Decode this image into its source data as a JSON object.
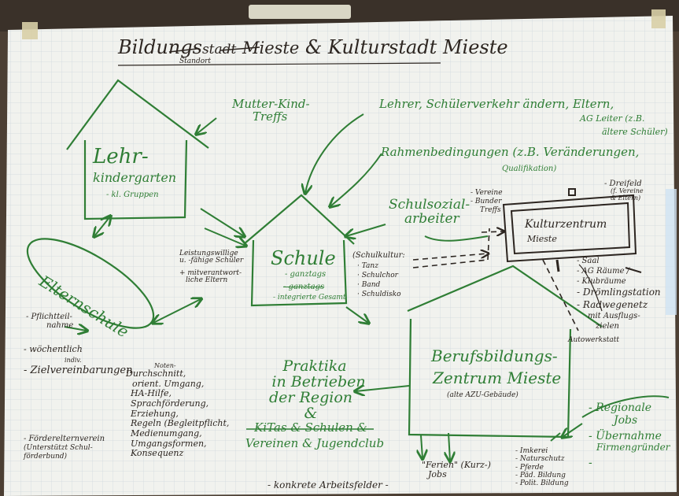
{
  "colors": {
    "ink_green": "#2f7e35",
    "ink_black": "#2c2520",
    "paper": "#f1f2ee",
    "grid": "#c9d3da"
  },
  "title": {
    "prefix": "Bildungs",
    "struck_1": "stadt",
    "struck_2": "Mieste",
    "suffix": "& Kulturstadt Mieste",
    "insert": "Standort"
  },
  "house_lehr": {
    "line1": "Lehr-",
    "line2": "kindergarten",
    "line3": "- kl. Gruppen"
  },
  "mutter_kind": [
    "Mutter-Kind-",
    "Treffs"
  ],
  "lehrer_line": [
    "Lehrer, Schülerverkehr ändern, Eltern,",
    "AG Leiter (z.B.",
    "ältere Schüler)"
  ],
  "rahmen": [
    "Rahmenbedingungen (z.B. Veränderungen,",
    "Qualifikation)"
  ],
  "schulsozial": [
    "Schulsozial-",
    "arbeiter"
  ],
  "leistung": [
    "Leistungswillige",
    "u. -fähige Schüler",
    "+ mitverantwort-",
    "liche Eltern"
  ],
  "schule": {
    "title": "Schule",
    "items": [
      "- ganztags",
      "- ganztags",
      "- integrierte Gesamt"
    ]
  },
  "schulkultur": [
    "(Schulkultur:",
    "· Tanz",
    "· Schulchor",
    "· Band",
    "· Schuldisko"
  ],
  "verein_left": [
    "- Vereine",
    "- Bunder",
    "Treffs"
  ],
  "kultur": {
    "line1": "Kulturzentrum",
    "line2": "Mieste"
  },
  "dreifelt": [
    "- Dreifeld",
    "(f. Vereine",
    "& Eltern)"
  ],
  "kultur_list": [
    "- Saal",
    "- AG Räume /",
    "- Klubräume",
    "- Drömlingstation",
    "- Radwegenetz",
    "mit Ausflugs-",
    "zielen"
  ],
  "autowerkstatt": "Autowerkstatt",
  "eltern": "Elternschule",
  "pflicht": [
    "- Pflichtteil-",
    "nahme"
  ],
  "woech": [
    "- wöchentlich"
  ],
  "ziel": [
    "- Zielvereinbarungen"
  ],
  "ziel_note": [
    "Noten-",
    "Durchschnitt,",
    "orient. Umgang,",
    "HA-Hilfe,",
    "Sprachförderung,",
    "Erziehung,",
    "Regeln (Begleitpflicht,",
    "Medienumgang,",
    "Umgangsformen,",
    "Konsequenz"
  ],
  "foerder": [
    "- Förderelternverein",
    "(Unterstützt Schul-",
    "förderbund)"
  ],
  "indiv": "indiv.",
  "beruf": {
    "line1": "Berufsbildungs-",
    "line2": "Zentrum Mieste",
    "line3": "(alte AZU-Gebäude)"
  },
  "praktika": [
    "Praktika",
    "in Betrieben",
    "der Region",
    "&",
    "KiTas & Schulen &",
    "Vereinen & Jugendclub"
  ],
  "konkrete": "- konkrete Arbeitsfelder -",
  "ferien": [
    "\"Ferien\" (Kurz-)",
    "Jobs"
  ],
  "bottom_list": [
    "- Imkerei",
    "- Naturschutz",
    "- Pferde",
    "- Päd. Bildung",
    "- Polit. Bildung"
  ],
  "right_bottom": [
    "- Regionale",
    "Jobs",
    "- Übernahme",
    "Firmengründer",
    "-"
  ]
}
